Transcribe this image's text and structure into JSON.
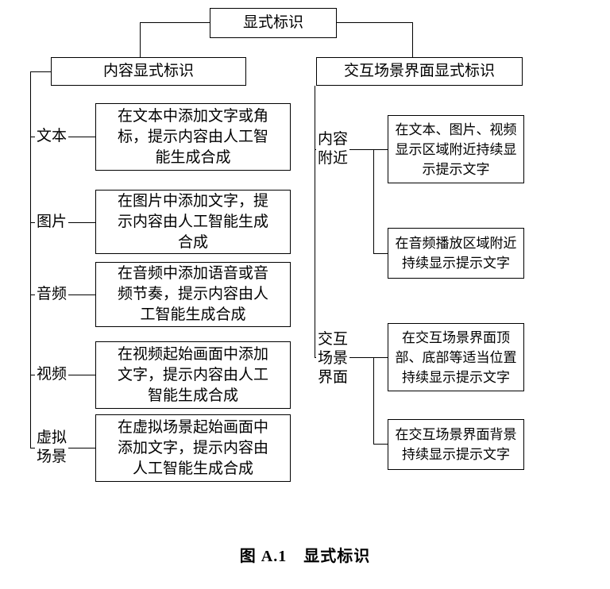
{
  "figure": {
    "root": "显式标识",
    "left": {
      "header": "内容显式标识",
      "rows": [
        {
          "label": "文本",
          "desc": "在文本中添加文字或角\n标，提示内容由人工智\n能生成合成"
        },
        {
          "label": "图片",
          "desc": "在图片中添加文字，提\n示内容由人工智能生成\n合成"
        },
        {
          "label": "音频",
          "desc": "在音频中添加语音或音\n频节奏，提示内容由人\n工智能生成合成"
        },
        {
          "label": "视频",
          "desc": "在视频起始画面中添加\n文字，提示内容由人工\n智能生成合成"
        },
        {
          "label": "虚拟场景",
          "desc": "在虚拟场景起始画面中\n添加文字，提示内容由\n人工智能生成合成"
        }
      ]
    },
    "right": {
      "header": "交互场景界面显式标识",
      "groups": [
        {
          "label": "内容附近",
          "items": [
            "在文本、图片、视频\n显示区域附近持续显\n示提示文字",
            "在音频播放区域附近\n持续显示提示文字"
          ]
        },
        {
          "label": "交互场景界面",
          "items": [
            "在交互场景界面顶\n部、底部等适当位置\n持续显示提示文字",
            "在交互场景界面背景\n持续显示提示文字"
          ]
        }
      ]
    },
    "caption": "图 A.1　显式标识"
  },
  "colors": {
    "line": "#000000",
    "text": "#000000",
    "background": "#ffffff"
  }
}
